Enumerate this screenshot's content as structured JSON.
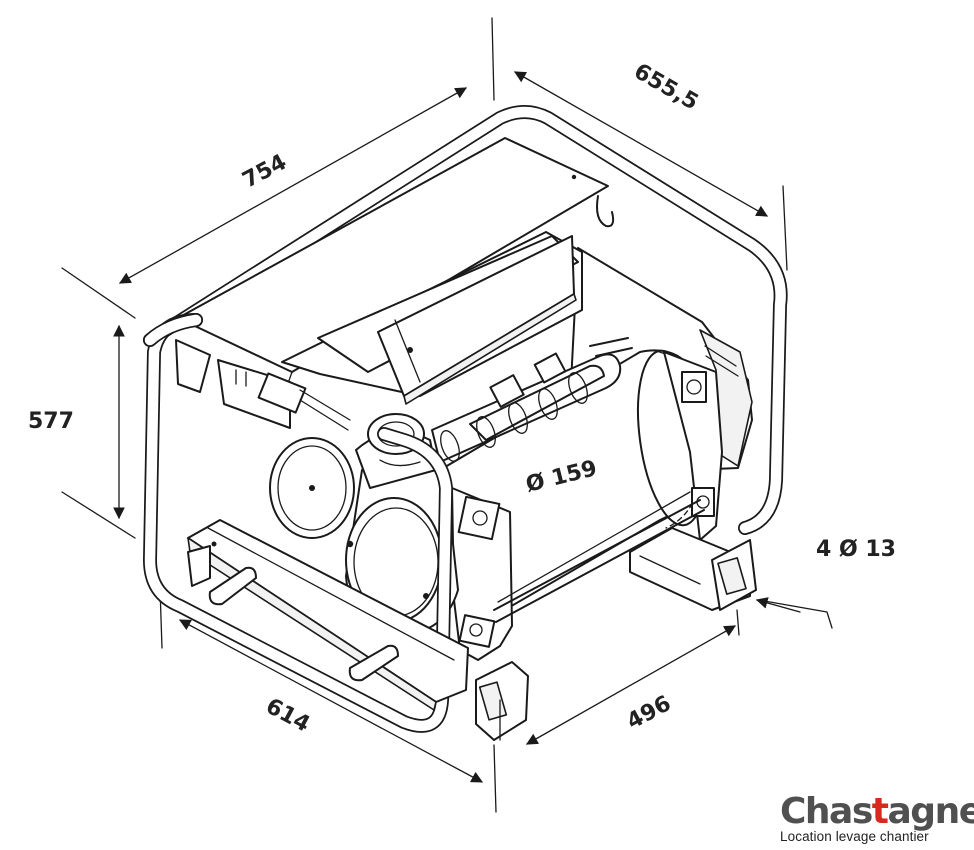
{
  "dimensions": {
    "length_top": "754",
    "width_top": "655,5",
    "height": "577",
    "base_length": "614",
    "base_width": "496",
    "drum_diameter": "Ø 159",
    "mounting_holes": "4 Ø 13"
  },
  "logo": {
    "name_part1": "Chas",
    "name_part2": "t",
    "name_part3": "agner",
    "tagline": "Location levage chantier",
    "colors": {
      "text": "#505050",
      "accent": "#d52b1e"
    }
  }
}
